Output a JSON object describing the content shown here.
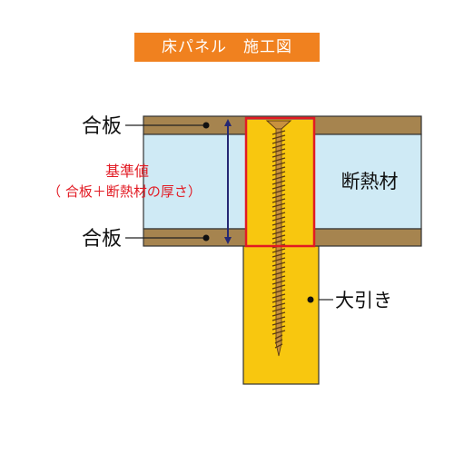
{
  "title": "床パネル　施工図",
  "labels": {
    "plywood_top": "合板",
    "plywood_bottom": "合板",
    "insulation": "断熱材",
    "girder": "大引き",
    "standard_value_line1": "基準値",
    "standard_value_line2": "（ 合板＋断熱材の厚さ）"
  },
  "colors": {
    "title_bg": "#f0811f",
    "plywood": "#a6844f",
    "insulation": "#cfeaf5",
    "girder": "#f8c70f",
    "highlight_box": "#e21a23",
    "dimension_arrow": "#252873",
    "screw": "#c8913e",
    "standard_value_text": "#e21a23"
  },
  "icons": [
    "screw-icon"
  ]
}
